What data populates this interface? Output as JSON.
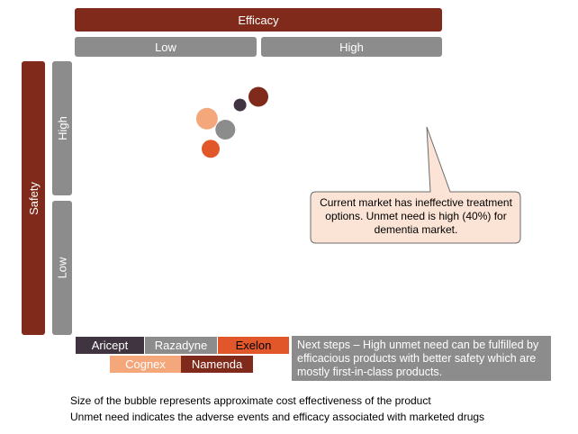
{
  "header": {
    "efficacy_label": "Efficacy",
    "low_label": "Low",
    "high_label": "High"
  },
  "side": {
    "safety_label": "Safety",
    "high_label": "High",
    "low_label": "Low"
  },
  "callout": {
    "text": "Current market has ineffective treatment options. Unmet need is high (40%) for dementia market."
  },
  "next_steps": {
    "text": "Next steps – High unmet need can be fulfilled by efficacious products with better safety which are mostly first-in-class products."
  },
  "notes": [
    "Size of the bubble represents approximate cost effectiveness of the product",
    "Unmet need indicates the adverse events and efficacy associated with marketed drugs"
  ],
  "legend": [
    {
      "label": "Aricept",
      "color": "#3f3440",
      "text_color": "#ffffff"
    },
    {
      "label": "Razadyne",
      "color": "#8c8c8c",
      "text_color": "#ffffff"
    },
    {
      "label": "Exelon",
      "color": "#e2572a",
      "text_color": "#000000"
    },
    {
      "label": "Cognex",
      "color": "#f4a77a",
      "text_color": "#ffffff"
    },
    {
      "label": "Namenda",
      "color": "#7f2a1a",
      "text_color": "#ffffff"
    }
  ],
  "chart_data": {
    "type": "scatter",
    "xlabel": "Efficacy",
    "ylabel": "Safety",
    "x_categories": [
      "Low",
      "High"
    ],
    "y_categories": [
      "Low",
      "High"
    ],
    "xlim": [
      0,
      1
    ],
    "ylim": [
      0,
      1
    ],
    "series": [
      {
        "name": "Aricept",
        "color": "#3f3440",
        "x": 0.45,
        "y": 0.84,
        "size": 7
      },
      {
        "name": "Namenda",
        "color": "#7f2a1a",
        "x": 0.5,
        "y": 0.87,
        "size": 11
      },
      {
        "name": "Cognex",
        "color": "#f4a77a",
        "x": 0.36,
        "y": 0.79,
        "size": 12
      },
      {
        "name": "Razadyne",
        "color": "#8c8c8c",
        "x": 0.41,
        "y": 0.75,
        "size": 11
      },
      {
        "name": "Exelon",
        "color": "#e2572a",
        "x": 0.37,
        "y": 0.68,
        "size": 10
      }
    ]
  }
}
